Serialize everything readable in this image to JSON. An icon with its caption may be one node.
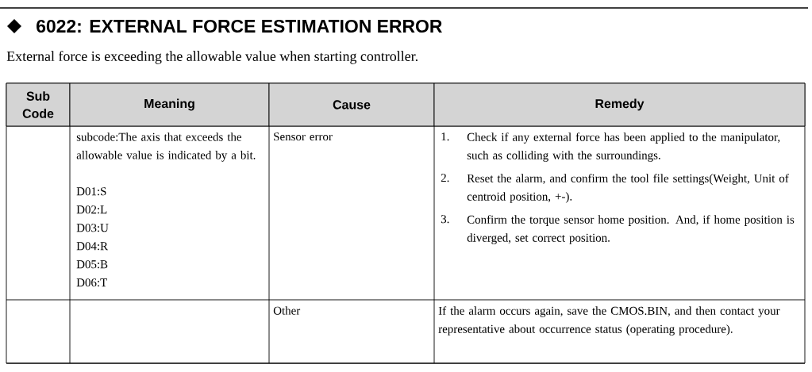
{
  "diagram": {
    "title": "6022: EXTERNAL FORCE ESTIMATION ERROR",
    "labels": [
      "External force is exceeding the allowable value when starting controller.",
      "Sub Code",
      "Meaning",
      "Cause",
      "Remedy",
      "subcode:The axis that exceeds the allowable value is indicated by a bit.",
      "D01:S",
      "D02:L",
      "D03:U",
      "D04:R",
      "D05:B",
      "D06:T",
      "Sensor error",
      "1.",
      "Check if any external force has been applied to the manipulator, such as colliding with the surroundings.",
      "2.",
      "Reset the alarm, and confirm the tool file settings(Weight, Unit of centroid position, +-).",
      "3.",
      "Confirm the torque sensor home position. And, if home position is diverged, set correct position.",
      "Other",
      "If the alarm occurs again, save the CMOS.BIN, and then contact your representative about occurrence status (operating procedure)."
    ]
  }
}
